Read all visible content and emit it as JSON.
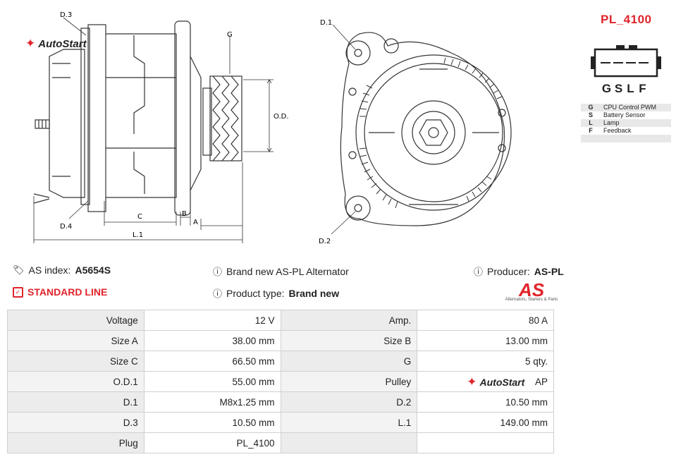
{
  "brand_logo": {
    "text": "AutoStart"
  },
  "drawing": {
    "labels": {
      "d3": "D.3",
      "d4": "D.4",
      "g": "G",
      "od1": "O.D.1",
      "c": "C",
      "b": "B",
      "a": "A",
      "l1": "L.1",
      "d1": "D.1",
      "d2": "D.2"
    }
  },
  "plug": {
    "code": "PL_4100",
    "pins": [
      "G",
      "S",
      "L",
      "F"
    ],
    "legend": [
      {
        "key": "G",
        "desc": "CPU Control PWM"
      },
      {
        "key": "S",
        "desc": "Battery Sensor"
      },
      {
        "key": "L",
        "desc": "Lamp"
      },
      {
        "key": "F",
        "desc": "Feedback"
      },
      {
        "key": "",
        "desc": ""
      }
    ]
  },
  "info": {
    "as_index_label": "AS index:",
    "as_index_value": "A5654S",
    "brand_text": "Brand new AS-PL Alternator",
    "producer_label": "Producer:",
    "producer_value": "AS-PL",
    "standard_line": "STANDARD LINE",
    "product_type_label": "Product type:",
    "product_type_value": "Brand new",
    "producer_logo_text": "AS",
    "producer_logo_sub": "Alternators, Starters & Parts"
  },
  "specs": [
    [
      {
        "label": "Voltage",
        "value": "12 V"
      },
      {
        "label": "Amp.",
        "value": "80 A"
      }
    ],
    [
      {
        "label": "Size A",
        "value": "38.00 mm"
      },
      {
        "label": "Size B",
        "value": "13.00 mm"
      }
    ],
    [
      {
        "label": "Size C",
        "value": "66.50 mm"
      },
      {
        "label": "G",
        "value": "5 qty."
      }
    ],
    [
      {
        "label": "O.D.1",
        "value": "55.00 mm"
      },
      {
        "label": "Pulley",
        "value": "AP"
      }
    ],
    [
      {
        "label": "D.1",
        "value": "M8x1.25 mm"
      },
      {
        "label": "D.2",
        "value": "10.50 mm"
      }
    ],
    [
      {
        "label": "D.3",
        "value": "10.50 mm"
      },
      {
        "label": "L.1",
        "value": "149.00 mm"
      }
    ],
    [
      {
        "label": "Plug",
        "value": "PL_4100"
      },
      {
        "label": "",
        "value": ""
      }
    ]
  ]
}
